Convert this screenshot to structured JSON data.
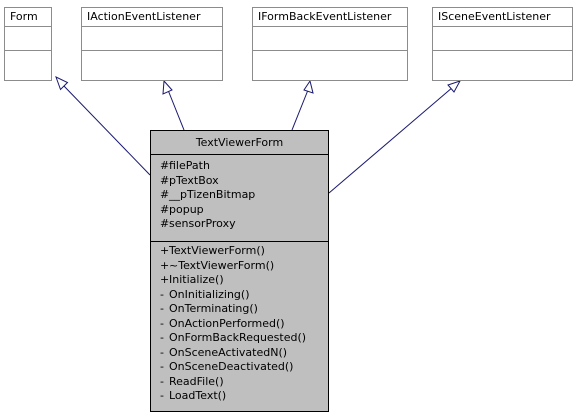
{
  "interfaces": [
    {
      "name": "Form"
    },
    {
      "name": "IActionEventListener"
    },
    {
      "name": "IFormBackEventListener"
    },
    {
      "name": "ISceneEventListener"
    }
  ],
  "main_class": {
    "name": "TextViewerForm",
    "attributes": [
      {
        "vis": "#",
        "name": "filePath"
      },
      {
        "vis": "#",
        "name": "pTextBox"
      },
      {
        "vis": "#",
        "name": "__pTizenBitmap"
      },
      {
        "vis": "#",
        "name": "popup"
      },
      {
        "vis": "#",
        "name": "sensorProxy"
      }
    ],
    "operations": [
      {
        "vis": "+",
        "name": "TextViewerForm()"
      },
      {
        "vis": "+",
        "name": "~TextViewerForm()"
      },
      {
        "vis": "+",
        "name": "Initialize()"
      },
      {
        "vis": "-",
        "name": "OnInitializing()"
      },
      {
        "vis": "-",
        "name": "OnTerminating()"
      },
      {
        "vis": "-",
        "name": "OnActionPerformed()"
      },
      {
        "vis": "-",
        "name": "OnFormBackRequested()"
      },
      {
        "vis": "-",
        "name": "OnSceneActivatedN()"
      },
      {
        "vis": "-",
        "name": "OnSceneDeactivated()"
      },
      {
        "vis": "-",
        "name": "ReadFile()"
      },
      {
        "vis": "-",
        "name": "LoadText()"
      }
    ]
  },
  "colors": {
    "main_fill": "#bfbfbf",
    "box_border": "#8c8c8c",
    "edge": "#191970"
  }
}
